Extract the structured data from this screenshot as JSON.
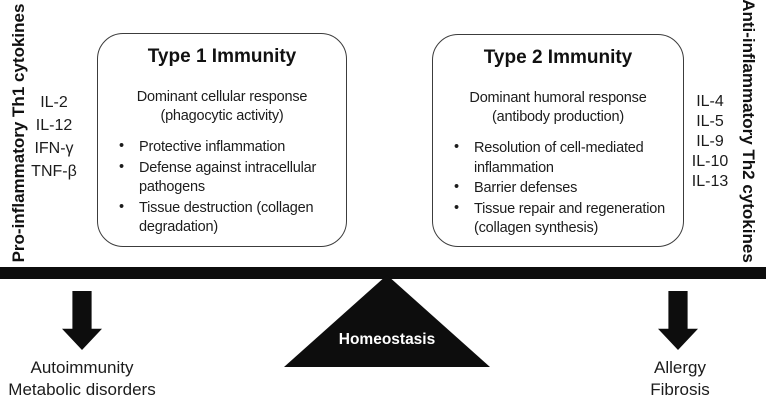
{
  "diagram": {
    "left_axis_label": "Pro-inflammatory Th1 cytokines",
    "right_axis_label": "Anti-inflammatory Th2 cytokines",
    "left_cytokines": [
      "IL-2",
      "IL-12",
      "IFN-γ",
      "TNF-β"
    ],
    "right_cytokines": [
      "IL-4",
      "IL-5",
      "IL-9",
      "IL-10",
      "IL-13"
    ],
    "type1_box": {
      "title": "Type 1 Immunity",
      "subtitle_line1": "Dominant cellular response",
      "subtitle_line2": "(phagocytic activity)",
      "bullets": [
        "Protective inflammation",
        "Defense against intracellular pathogens",
        "Tissue destruction (collagen degradation)"
      ]
    },
    "type2_box": {
      "title": "Type 2 Immunity",
      "subtitle_line1": "Dominant humoral response",
      "subtitle_line2": "(antibody production)",
      "bullets": [
        "Resolution of cell-mediated inflammation",
        "Barrier defenses",
        "Tissue repair and regeneration (collagen synthesis)"
      ]
    },
    "fulcrum_label": "Homeostasis",
    "left_outcomes": [
      "Autoimmunity",
      "Metabolic disorders"
    ],
    "right_outcomes": [
      "Allergy",
      "Fibrosis"
    ],
    "colors": {
      "ink": "#111111",
      "shapes": "#0d0d0d",
      "box_border": "#3c3c3c",
      "background": "#ffffff",
      "fulcrum_text": "#ffffff"
    }
  },
  "glyphs": {
    "bullet": "•"
  }
}
